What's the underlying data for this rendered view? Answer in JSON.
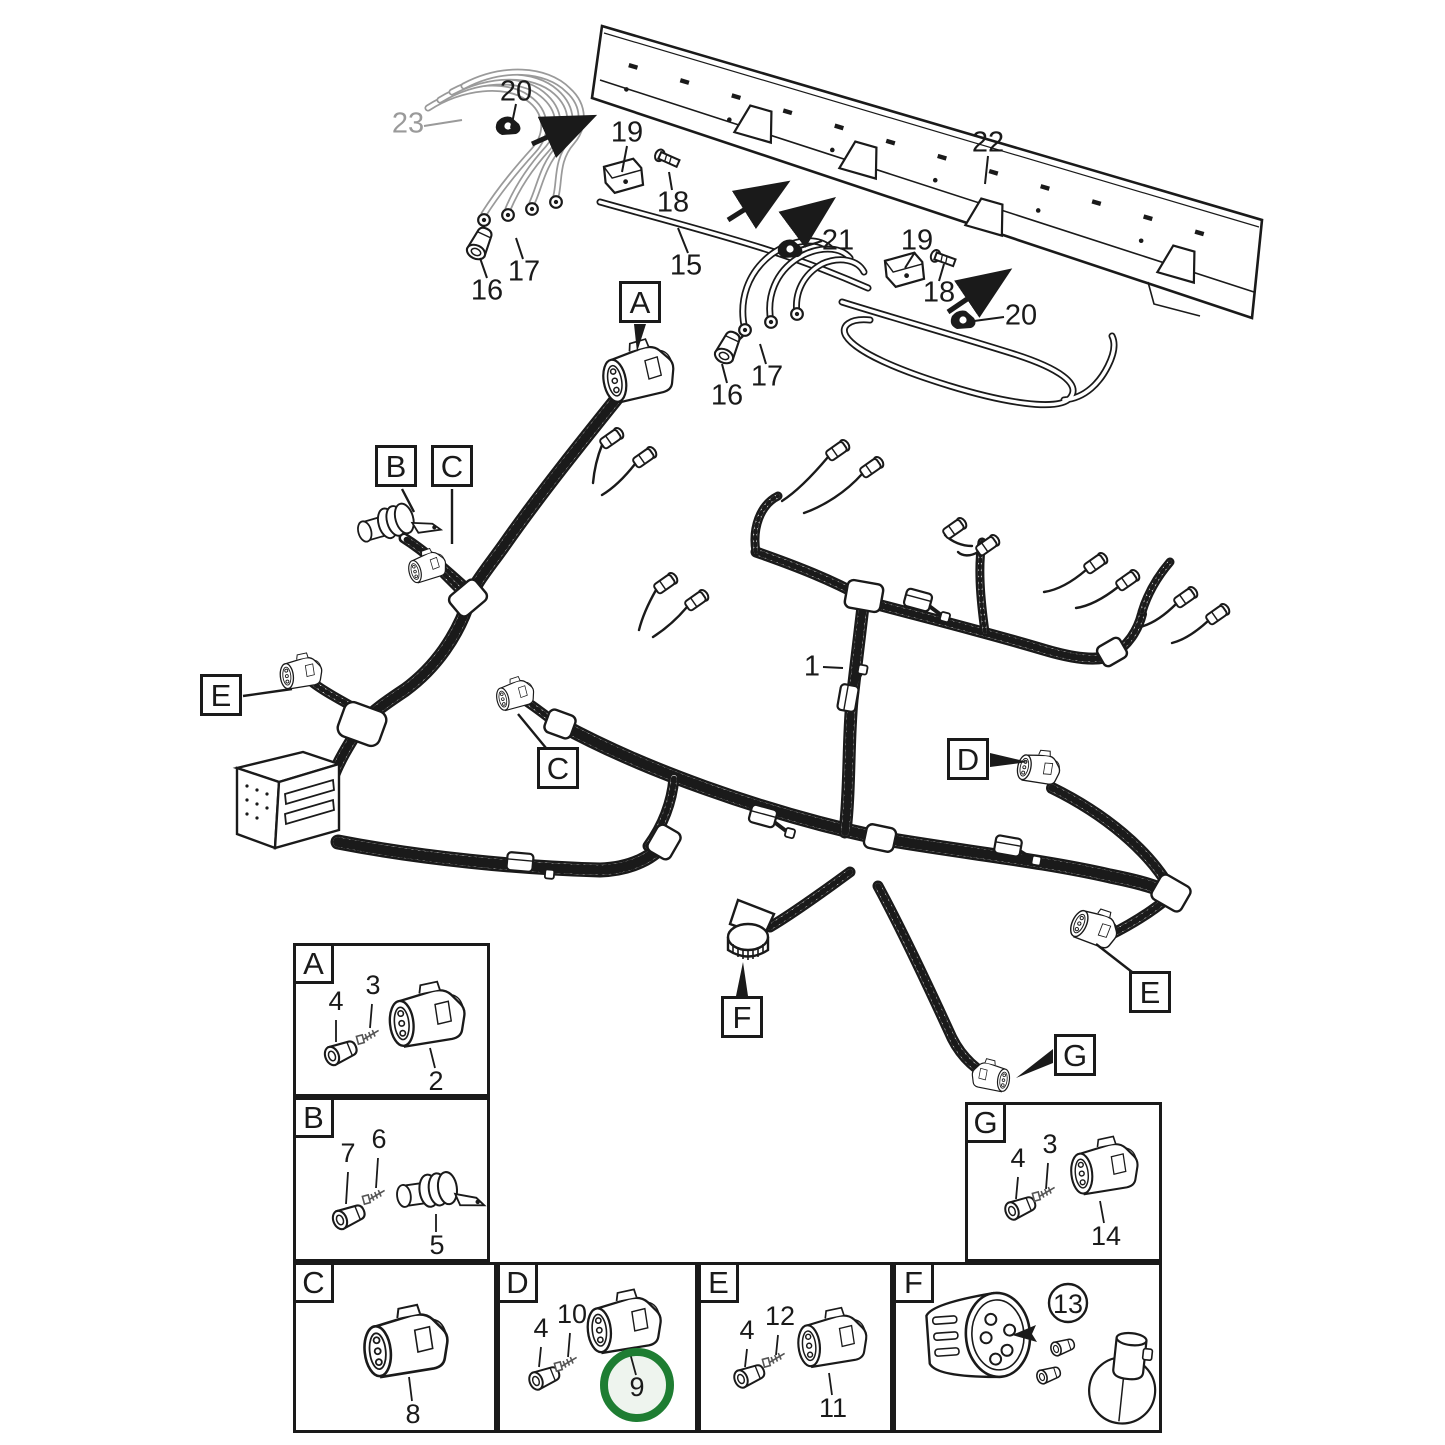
{
  "colors": {
    "ink": "#1a1a1a",
    "pipe_gray": "#9a9a9a",
    "label_gray": "#9a9a9a",
    "highlight_green": "#1e7d32",
    "highlight_fill": "#eef4ee",
    "background": "#ffffff"
  },
  "upper_callouts": [
    {
      "id": "20-left",
      "text": "20"
    },
    {
      "id": "23",
      "text": "23"
    },
    {
      "id": "19-left",
      "text": "19"
    },
    {
      "id": "18-left",
      "text": "18"
    },
    {
      "id": "16-left",
      "text": "16"
    },
    {
      "id": "17-left",
      "text": "17"
    },
    {
      "id": "15",
      "text": "15"
    },
    {
      "id": "22",
      "text": "22"
    },
    {
      "id": "21",
      "text": "21"
    },
    {
      "id": "19-right",
      "text": "19"
    },
    {
      "id": "18-right",
      "text": "18"
    },
    {
      "id": "20-right",
      "text": "20"
    },
    {
      "id": "16-right",
      "text": "16"
    },
    {
      "id": "17-right",
      "text": "17"
    }
  ],
  "harness_callouts": [
    {
      "id": "1",
      "text": "1"
    }
  ],
  "letter_callouts": [
    {
      "id": "A",
      "text": "A"
    },
    {
      "id": "B",
      "text": "B"
    },
    {
      "id": "C-top",
      "text": "C"
    },
    {
      "id": "E-left",
      "text": "E"
    },
    {
      "id": "C-mid",
      "text": "C"
    },
    {
      "id": "D",
      "text": "D"
    },
    {
      "id": "F",
      "text": "F"
    },
    {
      "id": "E-right",
      "text": "E"
    },
    {
      "id": "G",
      "text": "G"
    }
  ],
  "panels": {
    "A": {
      "letter": "A",
      "parts": [
        {
          "num": "4"
        },
        {
          "num": "3"
        },
        {
          "num": "2"
        }
      ]
    },
    "B": {
      "letter": "B",
      "parts": [
        {
          "num": "7"
        },
        {
          "num": "6"
        },
        {
          "num": "5"
        }
      ]
    },
    "C": {
      "letter": "C",
      "parts": [
        {
          "num": "8"
        }
      ]
    },
    "D": {
      "letter": "D",
      "parts": [
        {
          "num": "4"
        },
        {
          "num": "10"
        },
        {
          "num": "9",
          "highlighted": true
        }
      ]
    },
    "E": {
      "letter": "E",
      "parts": [
        {
          "num": "4"
        },
        {
          "num": "12"
        },
        {
          "num": "11"
        }
      ]
    },
    "F": {
      "letter": "F",
      "parts": [
        {
          "num": "13",
          "circled": true
        }
      ]
    },
    "G": {
      "letter": "G",
      "parts": [
        {
          "num": "4"
        },
        {
          "num": "3"
        },
        {
          "num": "14"
        }
      ]
    }
  }
}
